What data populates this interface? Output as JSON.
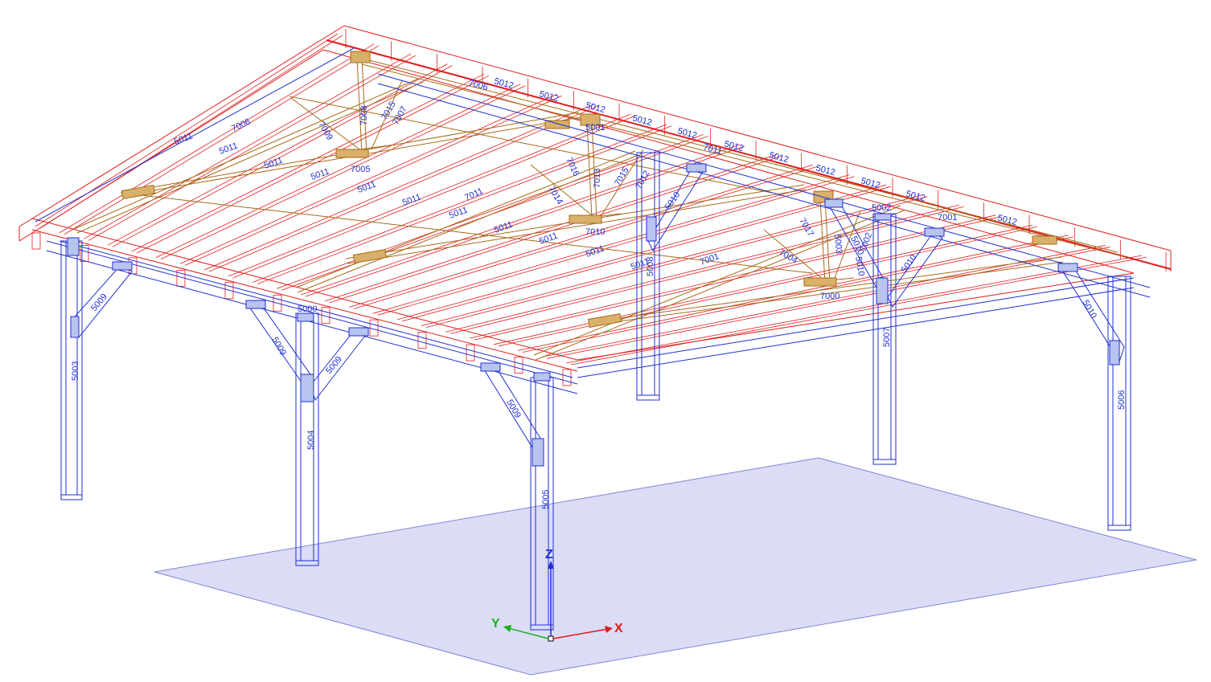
{
  "colors": {
    "background": "#ffffff",
    "ground_fill": "#dcdcf7",
    "ground_stroke": "#7f84d6",
    "columns_beams": "#1f2fd1",
    "rafters_roof": "#e01b1b",
    "bracing": "#a56a17",
    "axis_x": "#e01b1b",
    "axis_y": "#19b119",
    "axis_z": "#1f2fd1",
    "label_text": "#1f2fd1"
  },
  "axes": {
    "x": "X",
    "y": "Y",
    "z": "Z"
  },
  "labels": {
    "c5003": "5003",
    "c5004": "5004",
    "c5005": "5005",
    "c5006": "5006",
    "c5007": "5007",
    "c5008": "5008",
    "b5000": "5000",
    "b5001": "5001",
    "b5002": "5002",
    "b5003r": "5003",
    "k5009a": "5009",
    "k5009b": "5009",
    "k5009c": "5009",
    "k5009d": "5009",
    "k5010a": "5010",
    "k5010b": "5010",
    "k5010c": "5010",
    "k5010d": "5010",
    "r5011a": "5011",
    "r5011b": "5011",
    "r5011c": "5011",
    "r5011d": "5011",
    "r5011e": "5011",
    "r5011f": "5011",
    "r5011g": "5011",
    "r5011h": "5011",
    "r5011i": "5011",
    "r5011j": "5011",
    "r5011k": "5011",
    "r5012a": "5012",
    "r5012b": "5012",
    "r5012c": "5012",
    "r5012d": "5012",
    "r5012e": "5012",
    "r5012f": "5012",
    "r5012g": "5012",
    "r5012h": "5012",
    "r5012i": "5012",
    "r5012j": "5012",
    "r5012k": "5012",
    "t7000": "7000",
    "t7001a": "7001",
    "t7001b": "7001",
    "t7002": "7002",
    "t7004": "7004",
    "t7005": "7005",
    "t7006a": "7006",
    "t7006b": "7006",
    "t7007": "7007",
    "t7008": "7008",
    "t7009": "7009",
    "t7010": "7010",
    "t7011a": "7011",
    "t7011b": "7011",
    "t7012": "7012",
    "t7013": "7013",
    "t7014": "7014",
    "t7015a": "7015",
    "t7015b": "7015",
    "t7016": "7016",
    "t7017": "7017",
    "t5010x": "5010"
  }
}
